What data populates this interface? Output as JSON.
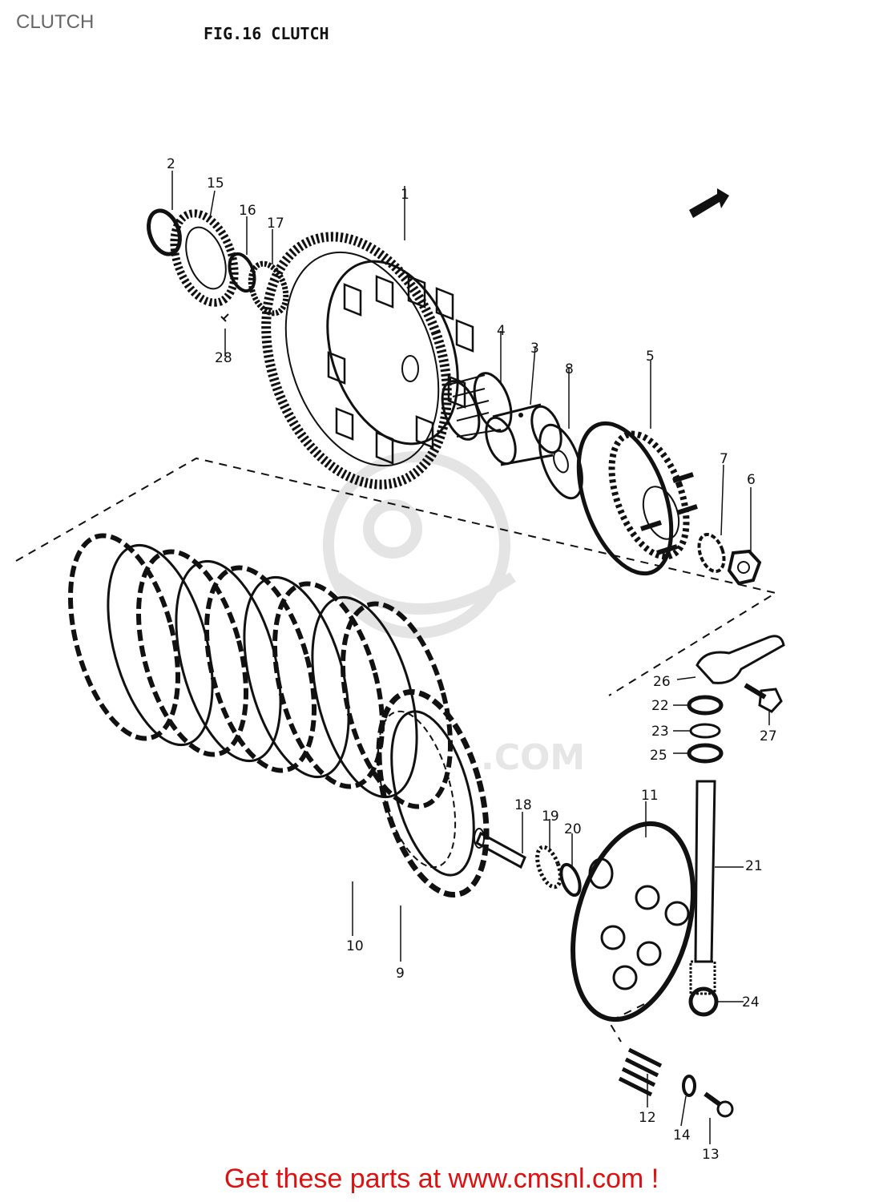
{
  "header": {
    "page_title": "CLUTCH",
    "figure_title": "FIG.16  CLUTCH"
  },
  "watermark": {
    "text": ".COM"
  },
  "parts": {
    "p1": "1",
    "p2": "2",
    "p3": "3",
    "p4": "4",
    "p5": "5",
    "p6": "6",
    "p7": "7",
    "p8": "8",
    "p9": "9",
    "p10": "10",
    "p11": "11",
    "p12": "12",
    "p13": "13",
    "p14": "14",
    "p15": "15",
    "p16": "16",
    "p17": "17",
    "p18": "18",
    "p19": "19",
    "p20": "20",
    "p21": "21",
    "p22": "22",
    "p23": "23",
    "p24": "24",
    "p25": "25",
    "p26": "26",
    "p27": "27",
    "p28": "28"
  },
  "footer": {
    "link_text": "Get these parts at www.cmsnl.com !"
  },
  "colors": {
    "link": "#dd1111",
    "ink": "#111111",
    "watermark": "#e4e4e4"
  }
}
